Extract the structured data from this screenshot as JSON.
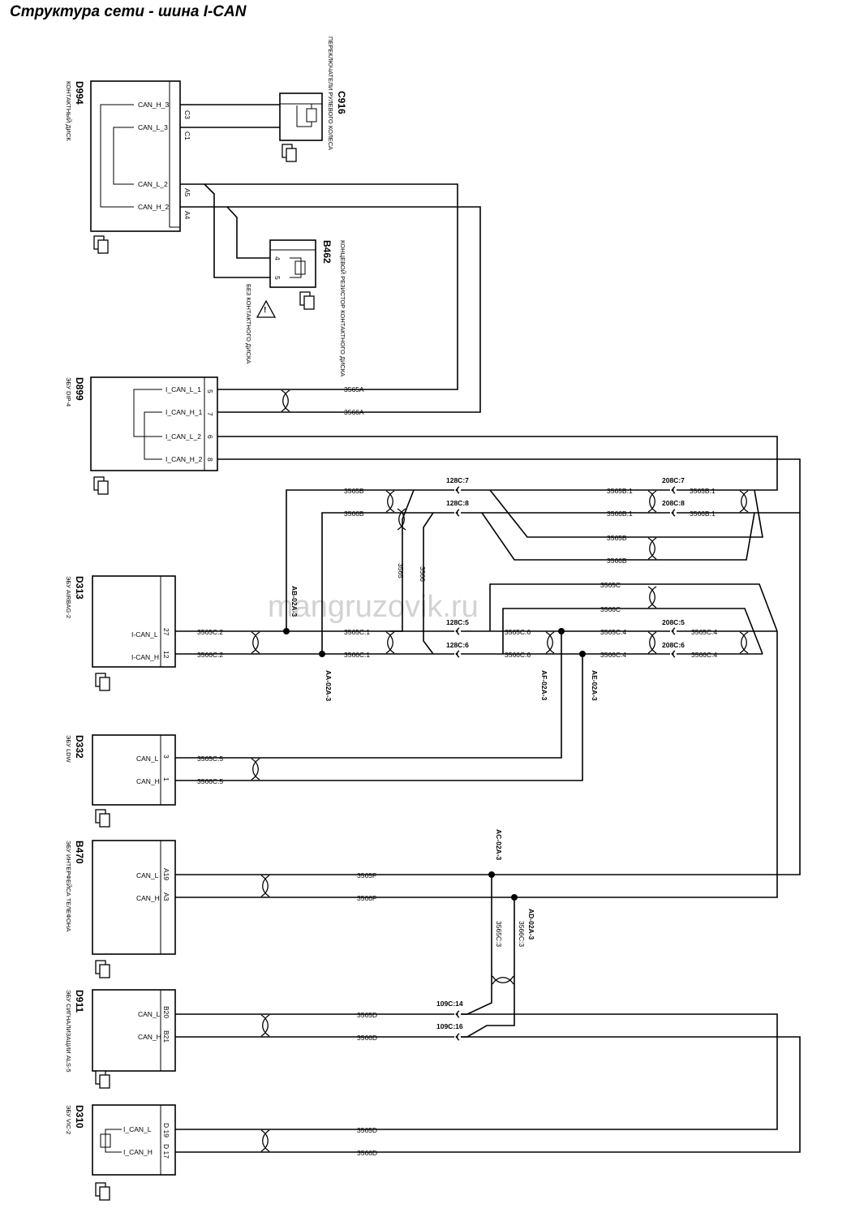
{
  "title": "Структура сети - шина I-CAN",
  "watermark": "mangruzovik.ru",
  "devices": {
    "D994": {
      "id": "D994",
      "name": "КОНТАКТНЫЙ ДИСК",
      "pins": [
        "CAN_H_3",
        "CAN_L_3",
        "CAN_L_2",
        "CAN_H_2"
      ],
      "pin_nums": [
        "C3",
        "C1",
        "A5",
        "A4"
      ]
    },
    "C916": {
      "id": "C916",
      "name": "ПЕРЕКЛЮЧАТЕЛИ РУЛЕВОГО КОЛЕСА"
    },
    "B462": {
      "id": "B462",
      "name": "КОНЦЕВОЙ РЕЗИСТОР КОНТАКТНОГО ДИСКА",
      "pin_nums": [
        "4",
        "5"
      ],
      "note": "БЕЗ КОНТАКТНОГО ДИСКА"
    },
    "D899": {
      "id": "D899",
      "name": "ЭБУ DIP-4",
      "pins": [
        "I_CAN_L_1",
        "I_CAN_H_1",
        "I_CAN_L_2",
        "I_CAN_H_2"
      ],
      "pin_nums": [
        "5",
        "7",
        "6",
        "8"
      ]
    },
    "D313": {
      "id": "D313",
      "name": "ЭБУ AIRBAG-2",
      "pins": [
        "I-CAN_L",
        "I-CAN_H"
      ],
      "pin_nums": [
        "27",
        "12"
      ]
    },
    "D332": {
      "id": "D332",
      "name": "ЭБУ LDW",
      "pins": [
        "CAN_L",
        "CAN_H"
      ],
      "pin_nums": [
        "3",
        "1"
      ]
    },
    "B470": {
      "id": "B470",
      "name": "ЭБУ ИНТЕРФЕЙСА ТЕЛЕФОНА",
      "pins": [
        "CAN_L",
        "CAN_H"
      ],
      "pin_nums": [
        "A19",
        "A3"
      ]
    },
    "D911": {
      "id": "D911",
      "name": "ЭБУ СИГНАЛИЗАЦИИ ALS-5",
      "pins": [
        "CAN_L",
        "CAN_H"
      ],
      "pin_nums": [
        "B20",
        "B21"
      ]
    },
    "D310": {
      "id": "D310",
      "name": "ЭБУ VIC-2",
      "pins": [
        "I_CAN_L",
        "I_CAN_H"
      ],
      "pin_nums": [
        "D 19",
        "D 17"
      ]
    }
  },
  "wires": {
    "w3565A": "3565A",
    "w3566A": "3566A",
    "w3565B": "3565B",
    "w3566B": "3566B",
    "w3565B1a": "3565B:1",
    "w3566B1a": "3566B:1",
    "w3565B1b": "3565B:1",
    "w3566B1b": "3566B:1",
    "w3565Bl": "3565B",
    "w3566Bl": "3566B",
    "w3565C": "3565C",
    "w3566C": "3566C",
    "w3565C2": "3565C:2",
    "w3566C2": "3566C:2",
    "w3565C1": "3565C:1",
    "w3566C1": "3566C:1",
    "w3565C6": "3565C:6",
    "w3566C6": "3566C:6",
    "w3565C4a": "3565C:4",
    "w3566C4a": "3566C:4",
    "w3565C4b": "3565C:4",
    "w3566C4b": "3566C:4",
    "w3565C5": "3565C:5",
    "w3566C5": "3566C:5",
    "w3565F": "3565F",
    "w3566F": "3566F",
    "w3565C3": "3565C:3",
    "w3566C3": "3566C:3",
    "w3565D1": "3565D",
    "w3566D1": "3566D",
    "w3565D2": "3565D",
    "w3566D2": "3566D",
    "w3565v": "3565",
    "w3566v": "3566"
  },
  "connectors": {
    "c128_7": "128C:7",
    "c128_8": "128C:8",
    "c128_5": "128C:5",
    "c128_6": "128C:6",
    "c208_7": "208C:7",
    "c208_8": "208C:8",
    "c208_5": "208C:5",
    "c208_6": "208C:6",
    "c109_14": "109C:14",
    "c109_16": "109C:16"
  },
  "splices": {
    "AB": "AB-02A-3",
    "AA": "AA-02A-3",
    "AF": "AF-02A-3",
    "AE": "AE-02A-3",
    "AC": "AC-02A-3",
    "AD": "AD-02A-3"
  },
  "icons": [
    "device-doc-icon",
    "twisted-pair-icon",
    "warning-triangle-icon",
    "resistor-icon"
  ]
}
